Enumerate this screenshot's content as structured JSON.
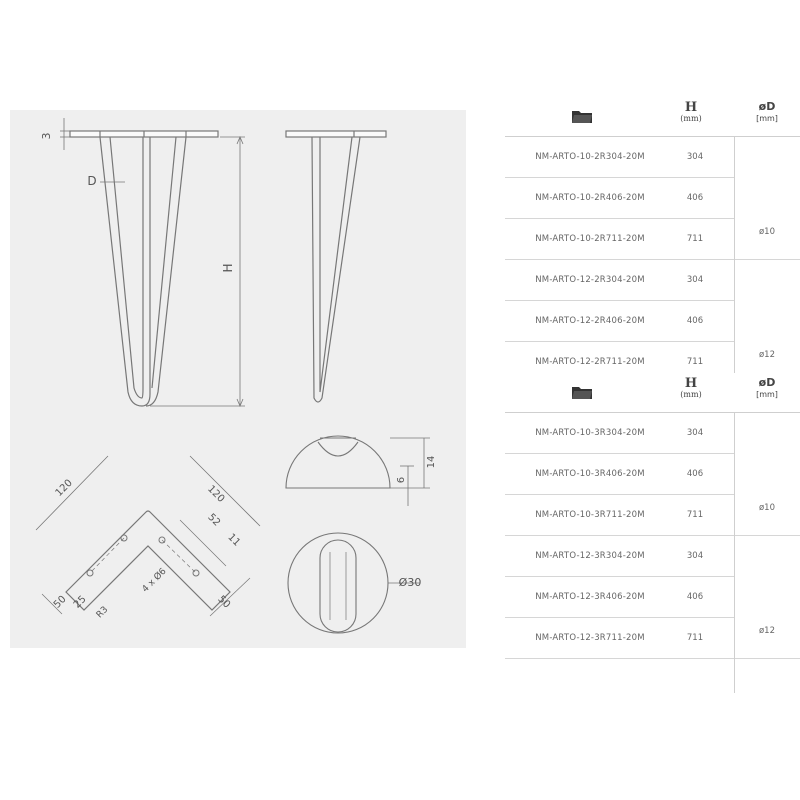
{
  "drawing": {
    "leg_front": {
      "dim_thickness": "3",
      "dim_diameter": "D",
      "dim_height": "H"
    },
    "plate_top": {
      "dim_side_left": "120",
      "dim_side_right": "120",
      "dim_52": "52",
      "dim_11": "11",
      "dim_25": "25",
      "dim_50_left": "50",
      "dim_50_right": "50",
      "dim_holes": "4 x Ø6",
      "dim_radius": "R3"
    },
    "foot_side": {
      "dim_14": "14",
      "dim_6": "6"
    },
    "foot_top": {
      "dim_diameter": "Ø30"
    }
  },
  "tables": [
    {
      "header": {
        "folder_icon": "folder-icon",
        "h_label": "H",
        "h_unit": "(mm)",
        "d_label": "øD",
        "d_unit": "[mm]"
      },
      "rows": [
        {
          "code": "NM-ARTO-10-2R304-20M",
          "h": "304"
        },
        {
          "code": "NM-ARTO-10-2R406-20M",
          "h": "406"
        },
        {
          "code": "NM-ARTO-10-2R711-20M",
          "h": "711"
        },
        {
          "code": "NM-ARTO-12-2R304-20M",
          "h": "304"
        },
        {
          "code": "NM-ARTO-12-2R406-20M",
          "h": "406"
        },
        {
          "code": "NM-ARTO-12-2R711-20M",
          "h": "711"
        }
      ],
      "groups": [
        {
          "d": "ø10"
        },
        {
          "d": "ø12"
        }
      ]
    },
    {
      "header": {
        "folder_icon": "folder-icon",
        "h_label": "H",
        "h_unit": "(mm)",
        "d_label": "øD",
        "d_unit": "[mm]"
      },
      "rows": [
        {
          "code": "NM-ARTO-10-3R304-20M",
          "h": "304"
        },
        {
          "code": "NM-ARTO-10-3R406-20M",
          "h": "406"
        },
        {
          "code": "NM-ARTO-10-3R711-20M",
          "h": "711"
        },
        {
          "code": "NM-ARTO-12-3R304-20M",
          "h": "304"
        },
        {
          "code": "NM-ARTO-12-3R406-20M",
          "h": "406"
        },
        {
          "code": "NM-ARTO-12-3R711-20M",
          "h": "711"
        }
      ],
      "groups": [
        {
          "d": "ø10"
        },
        {
          "d": "ø12"
        }
      ]
    }
  ]
}
